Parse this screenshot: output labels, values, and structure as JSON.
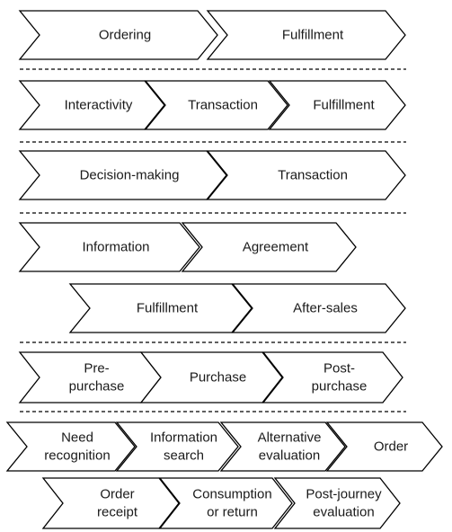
{
  "rows": [
    {
      "id": "row1",
      "items": [
        [
          "Ordering"
        ],
        [
          "Fulfillment"
        ]
      ]
    },
    {
      "id": "row2",
      "items": [
        [
          "Interactivity"
        ],
        [
          "Transaction"
        ],
        [
          "Fulfillment"
        ]
      ]
    },
    {
      "id": "row3",
      "items": [
        [
          "Decision-making"
        ],
        [
          "Transaction"
        ]
      ]
    },
    {
      "id": "row4a",
      "items": [
        [
          "Information"
        ],
        [
          "Agreement"
        ]
      ]
    },
    {
      "id": "row4b",
      "items": [
        [
          "Fulfillment"
        ],
        [
          "After-sales"
        ]
      ]
    },
    {
      "id": "row5",
      "items": [
        [
          "Pre-",
          "purchase"
        ],
        [
          "Purchase"
        ],
        [
          "Post-",
          "purchase"
        ]
      ]
    },
    {
      "id": "row6a",
      "items": [
        [
          "Need",
          "recognition"
        ],
        [
          "Information",
          "search"
        ],
        [
          "Alternative",
          "evaluation"
        ],
        [
          "Order"
        ]
      ]
    },
    {
      "id": "row6b",
      "items": [
        [
          "Order",
          "receipt"
        ],
        [
          "Consumption",
          "or return"
        ],
        [
          "Post-journey",
          "evaluation"
        ]
      ]
    }
  ]
}
